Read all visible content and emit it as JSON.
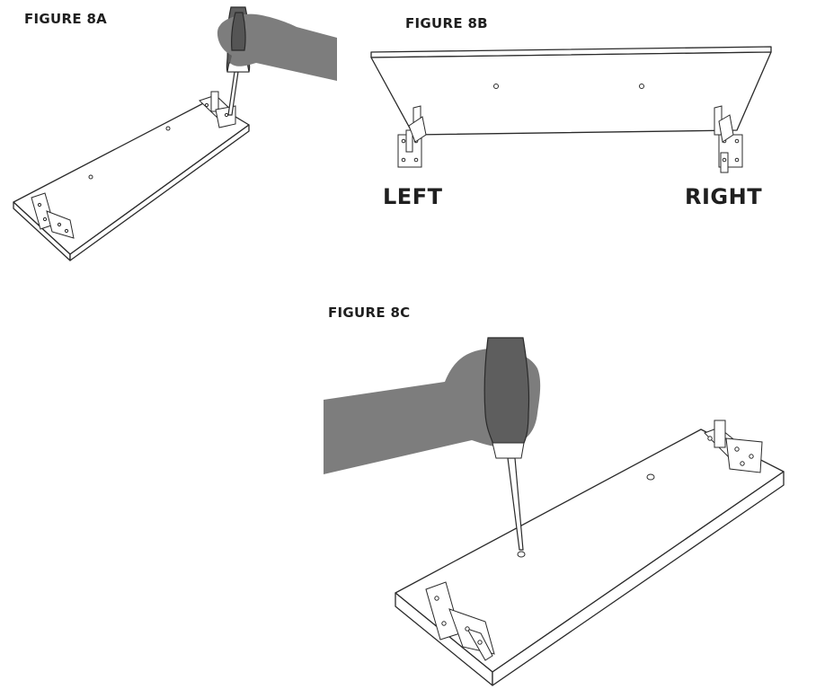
{
  "figures": {
    "fig_8a": {
      "title": "FIGURE 8A"
    },
    "fig_8b": {
      "title": "FIGURE 8B",
      "left_label": "LEFT",
      "right_label": "RIGHT"
    },
    "fig_8c": {
      "title": "FIGURE 8C"
    }
  },
  "colors": {
    "line": "#2a2a2a",
    "hand": "#7d7d7d",
    "grip": "#5e5e5e",
    "text": "#1f1f1f",
    "background": "#ffffff"
  }
}
